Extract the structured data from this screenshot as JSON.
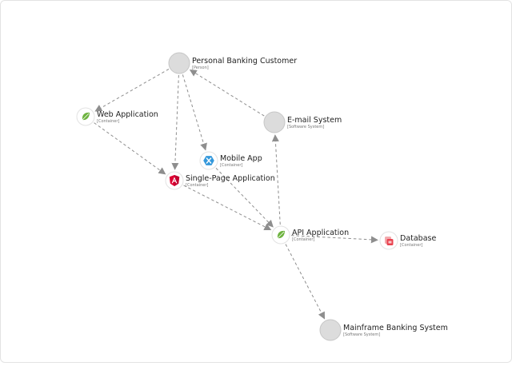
{
  "diagram": {
    "nodes": [
      {
        "id": "customer",
        "title": "Personal Banking Customer",
        "type": "[Person]",
        "icon": "plain-circle-icon"
      },
      {
        "id": "webapp",
        "title": "Web Application",
        "type": "[Container]",
        "icon": "spring-leaf-icon"
      },
      {
        "id": "email",
        "title": "E-mail System",
        "type": "[Software System]",
        "icon": "plain-circle-icon"
      },
      {
        "id": "mobile",
        "title": "Mobile App",
        "type": "[Container]",
        "icon": "xamarin-icon"
      },
      {
        "id": "spa",
        "title": "Single-Page Application",
        "type": "[Container]",
        "icon": "angular-icon"
      },
      {
        "id": "api",
        "title": "API Application",
        "type": "[Container]",
        "icon": "spring-leaf-icon"
      },
      {
        "id": "database",
        "title": "Database",
        "type": "[Container]",
        "icon": "database-icon"
      },
      {
        "id": "mainframe",
        "title": "Mainframe Banking System",
        "type": "[Software System]",
        "icon": "plain-circle-icon"
      }
    ],
    "edges": [
      {
        "from": "customer",
        "to": "webapp"
      },
      {
        "from": "customer",
        "to": "spa"
      },
      {
        "from": "customer",
        "to": "mobile"
      },
      {
        "from": "email",
        "to": "customer"
      },
      {
        "from": "webapp",
        "to": "spa"
      },
      {
        "from": "spa",
        "to": "api"
      },
      {
        "from": "mobile",
        "to": "api"
      },
      {
        "from": "api",
        "to": "email"
      },
      {
        "from": "api",
        "to": "database"
      },
      {
        "from": "api",
        "to": "mainframe"
      }
    ]
  }
}
